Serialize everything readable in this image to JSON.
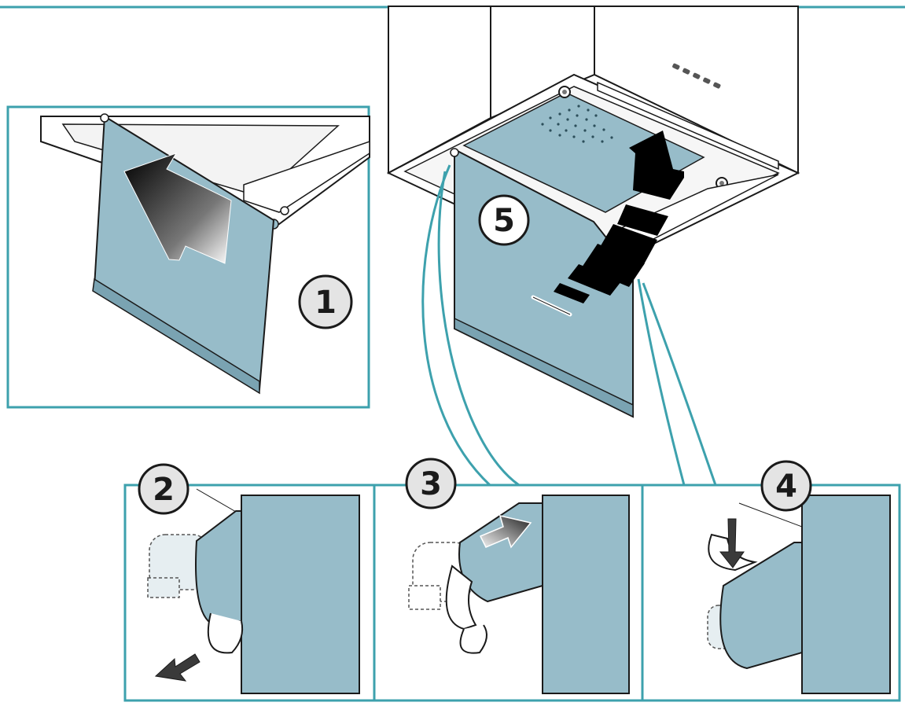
{
  "colors": {
    "panel": "#97bcc9",
    "panel_edge": "#5d8797",
    "frame": "#3da1ad",
    "line": "#1a1a1a",
    "badge_fill": "#e4e4e4",
    "white": "#ffffff"
  },
  "steps": [
    {
      "label": "1",
      "icon": "arrow-up-left-icon"
    },
    {
      "label": "2",
      "icon": "arrow-down-left-icon"
    },
    {
      "label": "3",
      "icon": "arrow-up-right-icon"
    },
    {
      "label": "4",
      "icon": "arrow-down-icon"
    },
    {
      "label": "5",
      "icon": "arrow-up-icon"
    }
  ]
}
